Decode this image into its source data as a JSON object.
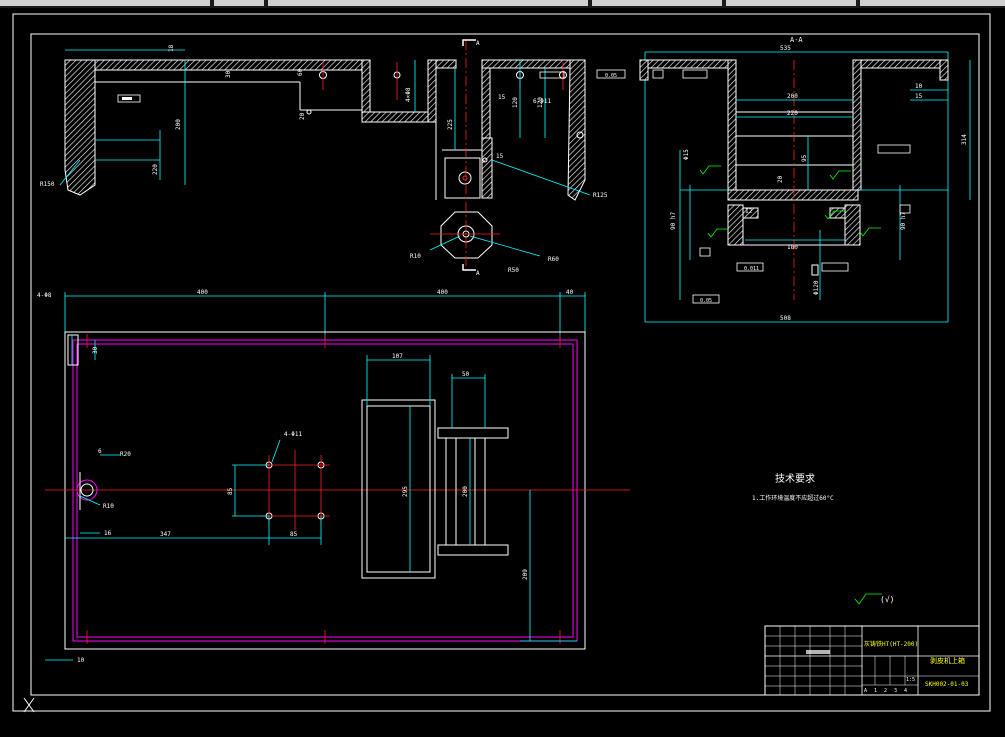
{
  "app": {
    "name": "AutoCAD drawing viewport"
  },
  "colors": {
    "bg": "#000000",
    "white": "#ffffff",
    "cyan": "#00ffff",
    "magenta": "#ff00ff",
    "red": "#ff2020",
    "green": "#00ff00",
    "yellow": "#ffff00",
    "blue": "#4040ff"
  },
  "views": {
    "section_label_top": "A-A",
    "section_marks": [
      "A",
      "A"
    ],
    "front": {
      "dims": [
        "18",
        "30",
        "200",
        "220",
        "R150",
        "60",
        "20",
        "225",
        "120",
        "120",
        "6-Φ11",
        "15",
        "R125",
        "R10",
        "R50",
        "R60",
        "4×Φ8",
        "15"
      ]
    },
    "side": {
      "dims": [
        "535",
        "200",
        "220",
        "10",
        "15",
        "314",
        "95",
        "20",
        "Φ15",
        "12",
        "180",
        "508",
        "90 h7",
        "90 h7",
        "Φ120",
        "0.05",
        "0.011",
        "0.05"
      ]
    },
    "plan": {
      "dims_top": [
        "400",
        "400",
        "40"
      ],
      "dims_misc": [
        "4-Φ8",
        "30",
        "107",
        "50",
        "4-Φ11",
        "6",
        "R20",
        "85",
        "295",
        "200",
        "R10",
        "16",
        "347",
        "85",
        "209",
        "10"
      ]
    }
  },
  "tech_req": {
    "title": "技术要求",
    "line1": "1.工作环境温度不应超过60°C"
  },
  "roughness_note": "(√)",
  "title_block": {
    "material": "灰铸铁HT(HT-200)",
    "part_name": "剥皮机上箱",
    "drawing_no": "SKH002-01-03",
    "scale_row": [
      "A",
      "1",
      "2",
      "3",
      "4"
    ],
    "tail_mark": "1:5"
  },
  "status": {
    "axis_icon": "ucs-icon"
  }
}
